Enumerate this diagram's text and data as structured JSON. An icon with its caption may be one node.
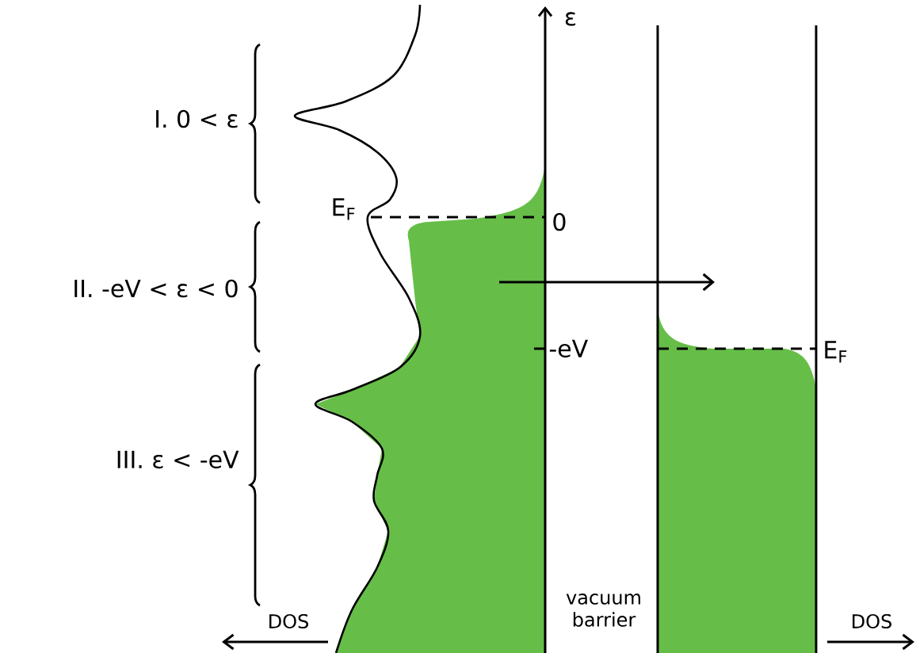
{
  "diagram": {
    "labels": [
      "ε",
      "I. 0 < ε",
      "E$_{F}$",
      "0",
      "II. -eV < ε < 0",
      "-eV",
      "E$_{F}$",
      "III. ε < -eV",
      "vacuum barrier",
      "DOS",
      "DOS"
    ]
  }
}
